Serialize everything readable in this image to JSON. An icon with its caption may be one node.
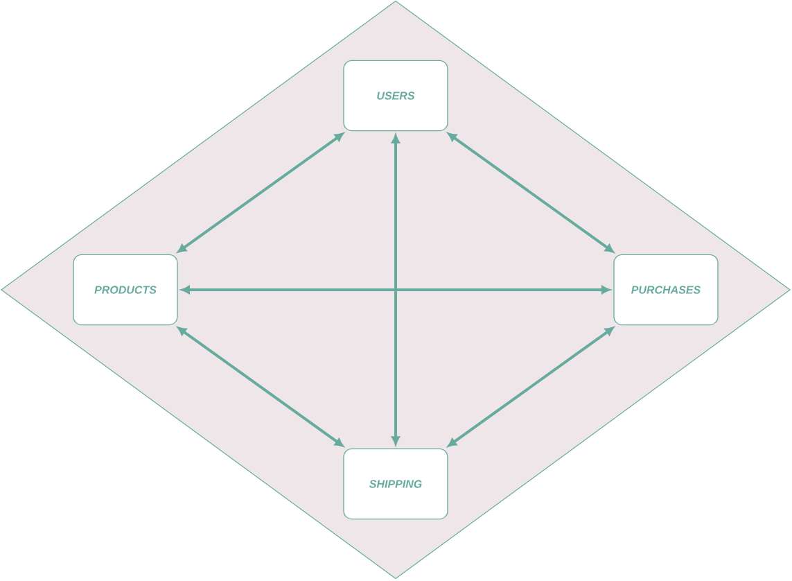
{
  "diagram": {
    "nodes": [
      {
        "text": [],
        "shape": "diamond"
      },
      {
        "text": [
          "USERS"
        ],
        "in": 0
      },
      {
        "text": [
          "PRODUCTS"
        ],
        "in": 0
      },
      {
        "text": [
          "PURCHASES"
        ],
        "in": 0
      },
      {
        "text": [
          "SHIPPING"
        ],
        "in": 0
      }
    ],
    "edges": [
      {
        "from": 1,
        "to": 2,
        "arrow": "both"
      },
      {
        "from": 1,
        "to": 4,
        "arrow": "both"
      },
      {
        "from": 1,
        "to": 3,
        "arrow": "both"
      },
      {
        "from": 2,
        "to": 3,
        "arrow": "both"
      },
      {
        "from": 2,
        "to": 4,
        "arrow": "both"
      },
      {
        "from": 3,
        "to": 4,
        "arrow": "both"
      }
    ]
  }
}
